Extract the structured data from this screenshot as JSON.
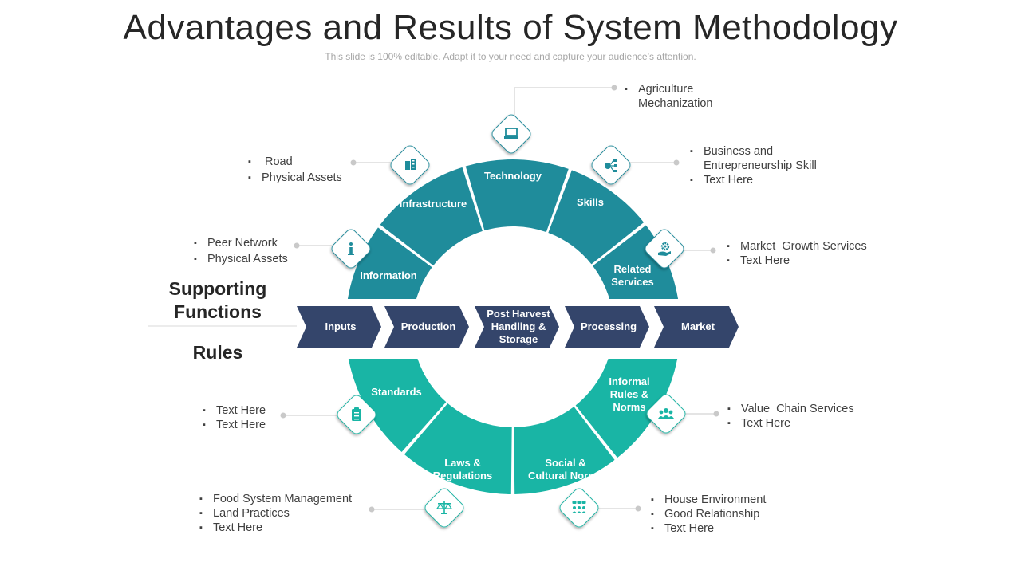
{
  "title": "Advantages and Results of System Methodology",
  "subtitle": "This slide is 100% editable. Adapt it to your need and capture your audience’s attention.",
  "headings": {
    "supporting": "Supporting Functions",
    "rules": "Rules"
  },
  "supporting_segments": [
    {
      "label": "Information",
      "icon": "info-icon"
    },
    {
      "label": "Infrastructure",
      "icon": "building-icon"
    },
    {
      "label": "Technology",
      "icon": "laptop-icon"
    },
    {
      "label": "Skills",
      "icon": "skills-network-icon"
    },
    {
      "label": "Related Services",
      "icon": "gear-hand-icon"
    }
  ],
  "rules_segments": [
    {
      "label": "Standards",
      "icon": "checklist-icon"
    },
    {
      "label": "Laws & Regulations",
      "icon": "scales-icon"
    },
    {
      "label": "Social & Cultural Norms",
      "icon": "community-icon"
    },
    {
      "label": "Informal Rules & Norms",
      "icon": "people-group-icon"
    }
  ],
  "value_chain": [
    "Inputs",
    "Production",
    "Post Harvest Handling & Storage",
    "Processing",
    "Market"
  ],
  "callouts": {
    "information": [
      "Peer Network",
      "Physical Assets"
    ],
    "infrastructure": [
      "Road",
      "Physical Assets"
    ],
    "technology": [
      "Agriculture Mechanization"
    ],
    "skills": [
      "Business and Entrepreneurship Skill",
      "Text Here"
    ],
    "related_services": [
      "Market  Growth Services",
      "Text Here"
    ],
    "standards": [
      "Text Here",
      "Text Here"
    ],
    "laws": [
      "Food System Management",
      "Land Practices",
      "Text Here"
    ],
    "social": [
      "House Environment",
      "Good Relationship",
      "Text Here"
    ],
    "informal": [
      "Value  Chain Services",
      "Text Here"
    ]
  },
  "colors": {
    "supporting": "#1f8c9b",
    "rules": "#19b5a5",
    "chevron": "#34456b",
    "icon_teal": "#1f8c9b",
    "icon_green": "#19b5a5"
  }
}
